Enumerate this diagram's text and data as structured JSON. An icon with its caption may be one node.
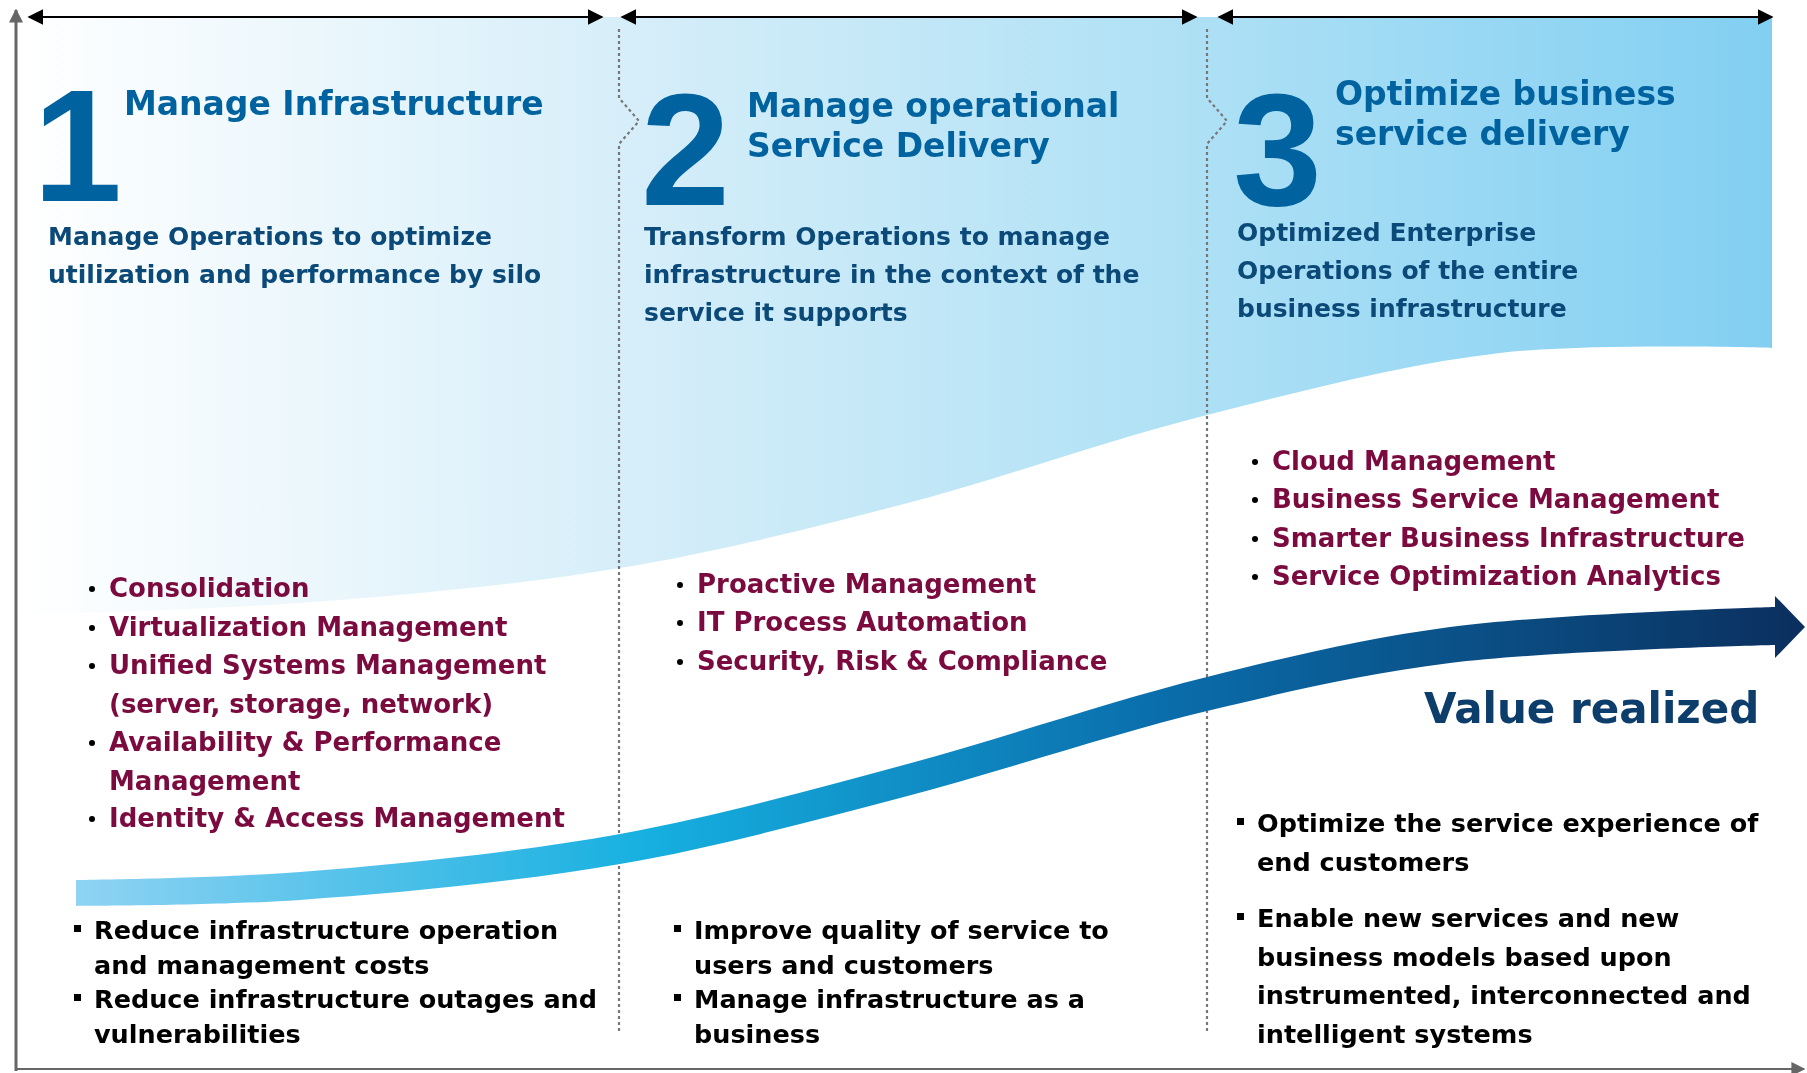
{
  "diagram": {
    "labels": [
      "1",
      "Manage Infrastructure",
      "Manage Operations to optimize utilization and performance by silo",
      "2",
      "Manage operational Service Delivery",
      "Transform Operations to manage infrastructure in the context of the service it supports",
      "3",
      "Optimize business service delivery",
      "Optimized Enterprise Operations of the entire business infrastructure",
      "Cloud Management",
      "Business Service Management",
      "Smarter Business Infrastructure",
      "Service Optimization Analytics",
      "Consolidation",
      "Virtualization Management",
      "Unified Systems Management (server, storage, network)",
      "Availability & Performance Management",
      "Identity & Access Management",
      "Proactive Management",
      "IT Process Automation",
      "Security, Risk & Compliance",
      "Value realized",
      "Optimize the service experience of end customers",
      "Enable new services and new business models based upon instrumented, interconnected and intelligent systems",
      "Reduce infrastructure operation and management costs",
      "Reduce infrastructure outages and vulnerabilities",
      "Improve quality of service to users and customers",
      "Manage infrastructure as a business"
    ]
  }
}
